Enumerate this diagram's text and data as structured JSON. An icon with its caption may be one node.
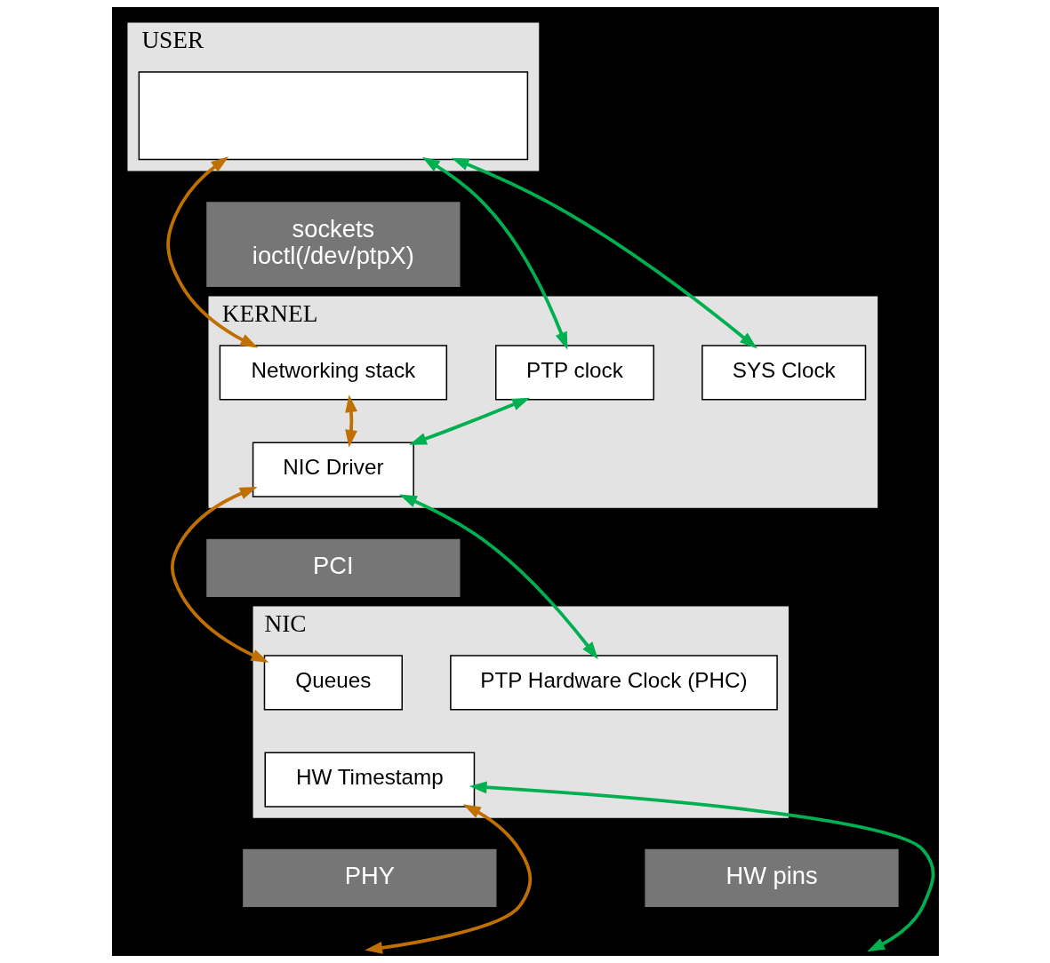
{
  "diagram": {
    "nodes": [
      {
        "text": [
          "USER"
        ]
      },
      {
        "text": [],
        "shape": "box",
        "in": 0
      },
      {
        "text": [
          "sockets",
          "ioctl(/dev/ptpX)"
        ]
      },
      {
        "text": [
          "KERNEL"
        ]
      },
      {
        "text": [
          "Networking stack"
        ],
        "in": 3
      },
      {
        "text": [
          "SYS Clock"
        ],
        "in": 3
      },
      {
        "text": [
          "PTP clock"
        ],
        "in": 3
      },
      {
        "text": [
          "NIC Driver"
        ],
        "in": 3
      },
      {
        "text": [
          "PCI"
        ]
      },
      {
        "text": [
          "NIC"
        ]
      },
      {
        "text": [
          "Queues"
        ],
        "in": 9
      },
      {
        "text": [
          "PTP Hardware Clock (PHC)"
        ],
        "in": 9
      },
      {
        "text": [
          "HW Timestamp"
        ],
        "in": 9
      },
      {
        "text": [
          "PHY"
        ]
      },
      {
        "text": [
          "HW pins"
        ]
      }
    ],
    "edges": [
      {
        "from": 1,
        "to": 4,
        "arrow": "both",
        "color": "#bf7000"
      },
      {
        "from": 1,
        "to": 5,
        "arrow": "both"
      },
      {
        "from": 1,
        "to": 6,
        "arrow": "both"
      },
      {
        "from": 4,
        "to": 7,
        "arrow": "both",
        "color": "#bf7000"
      },
      {
        "from": 6,
        "to": 7,
        "arrow": "both"
      },
      {
        "from": 11,
        "to": 7,
        "arrow": "both"
      },
      {
        "from": 7,
        "to": 10,
        "arrow": "both",
        "color": "#bf7000"
      },
      {
        "from": 12,
        "to": null,
        "arrow": "both"
      },
      {
        "from": 12,
        "to": null,
        "arrow": "both",
        "color": "#bf7000"
      }
    ]
  }
}
